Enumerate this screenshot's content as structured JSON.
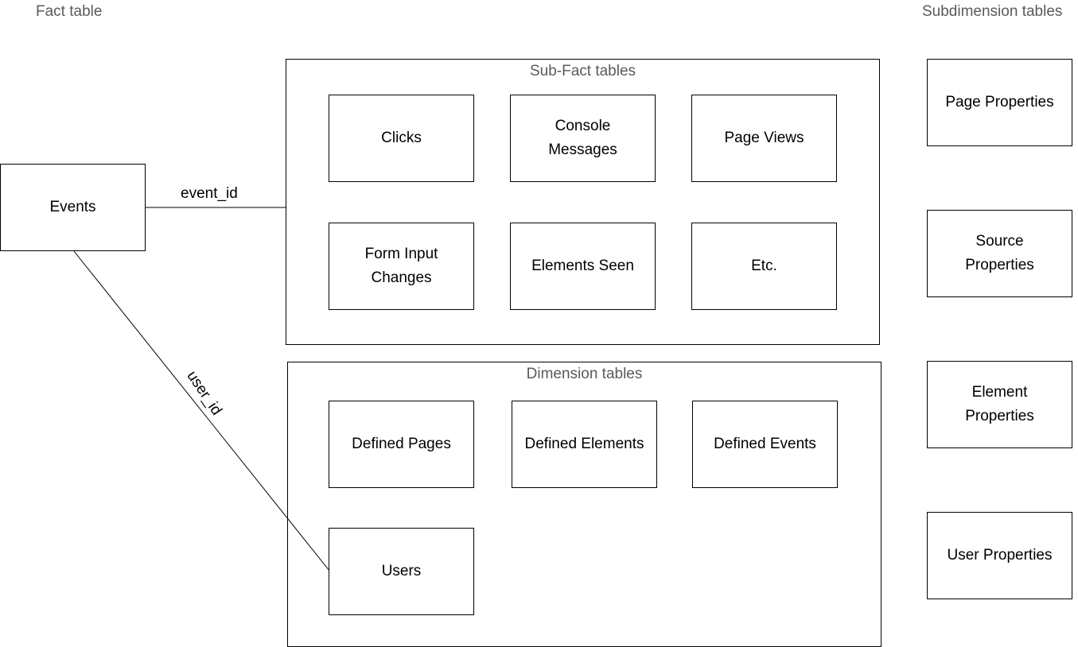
{
  "headings": {
    "fact": "Fact table",
    "subdimension": "Subdimension tables"
  },
  "fact_table": {
    "events": "Events"
  },
  "edges": {
    "event_id": "event_id",
    "user_id": "user_id"
  },
  "sub_fact": {
    "title": "Sub-Fact tables",
    "clicks": "Clicks",
    "console_messages": "Console Messages",
    "page_views": "Page Views",
    "form_input_changes": "Form Input Changes",
    "elements_seen": "Elements Seen",
    "etc": "Etc."
  },
  "dimension": {
    "title": "Dimension tables",
    "defined_pages": "Defined Pages",
    "defined_elements": "Defined Elements",
    "defined_events": "Defined Events",
    "users": "Users"
  },
  "subdimension": {
    "page_properties": "Page Properties",
    "source_properties": "Source Properties",
    "element_properties": "Element Properties",
    "user_properties": "User Properties"
  }
}
